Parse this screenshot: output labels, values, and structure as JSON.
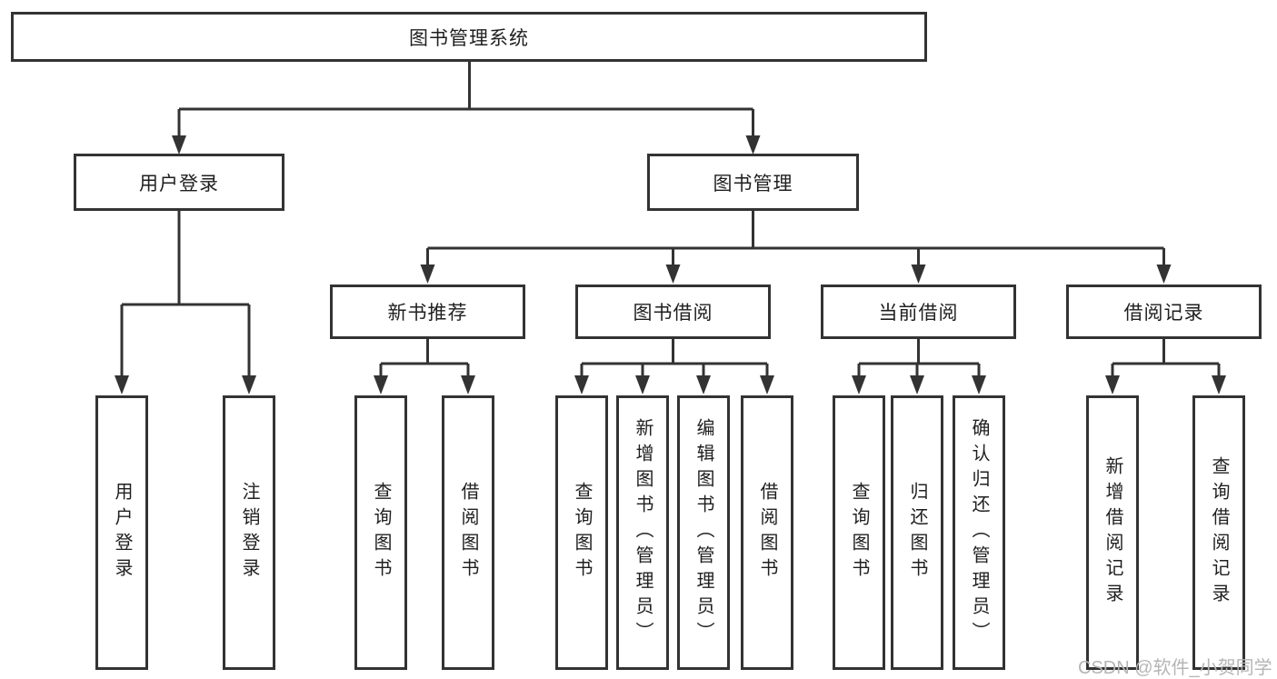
{
  "watermark": "CSDN @软件_小贺同学",
  "colors": {
    "line": "#333333",
    "box_border": "#333333",
    "text": "#1f1f1f",
    "watermark": "#b5b5b5",
    "background": "#ffffff"
  },
  "tree": {
    "label": "图书管理系统",
    "children": [
      {
        "label": "用户登录",
        "children": [
          {
            "label": "用户登录"
          },
          {
            "label": "注销登录"
          }
        ]
      },
      {
        "label": "图书管理",
        "children": [
          {
            "label": "新书推荐",
            "children": [
              {
                "label": "查询图书"
              },
              {
                "label": "借阅图书"
              }
            ]
          },
          {
            "label": "图书借阅",
            "children": [
              {
                "label": "查询图书"
              },
              {
                "label": "新增图书（管理员）"
              },
              {
                "label": "编辑图书（管理员）"
              },
              {
                "label": "借阅图书"
              }
            ]
          },
          {
            "label": "当前借阅",
            "children": [
              {
                "label": "查询图书"
              },
              {
                "label": "归还图书"
              },
              {
                "label": "确认归还（管理员）"
              }
            ]
          },
          {
            "label": "借阅记录",
            "children": [
              {
                "label": "新增借阅记录"
              },
              {
                "label": "查询借阅记录"
              }
            ]
          }
        ]
      }
    ]
  }
}
